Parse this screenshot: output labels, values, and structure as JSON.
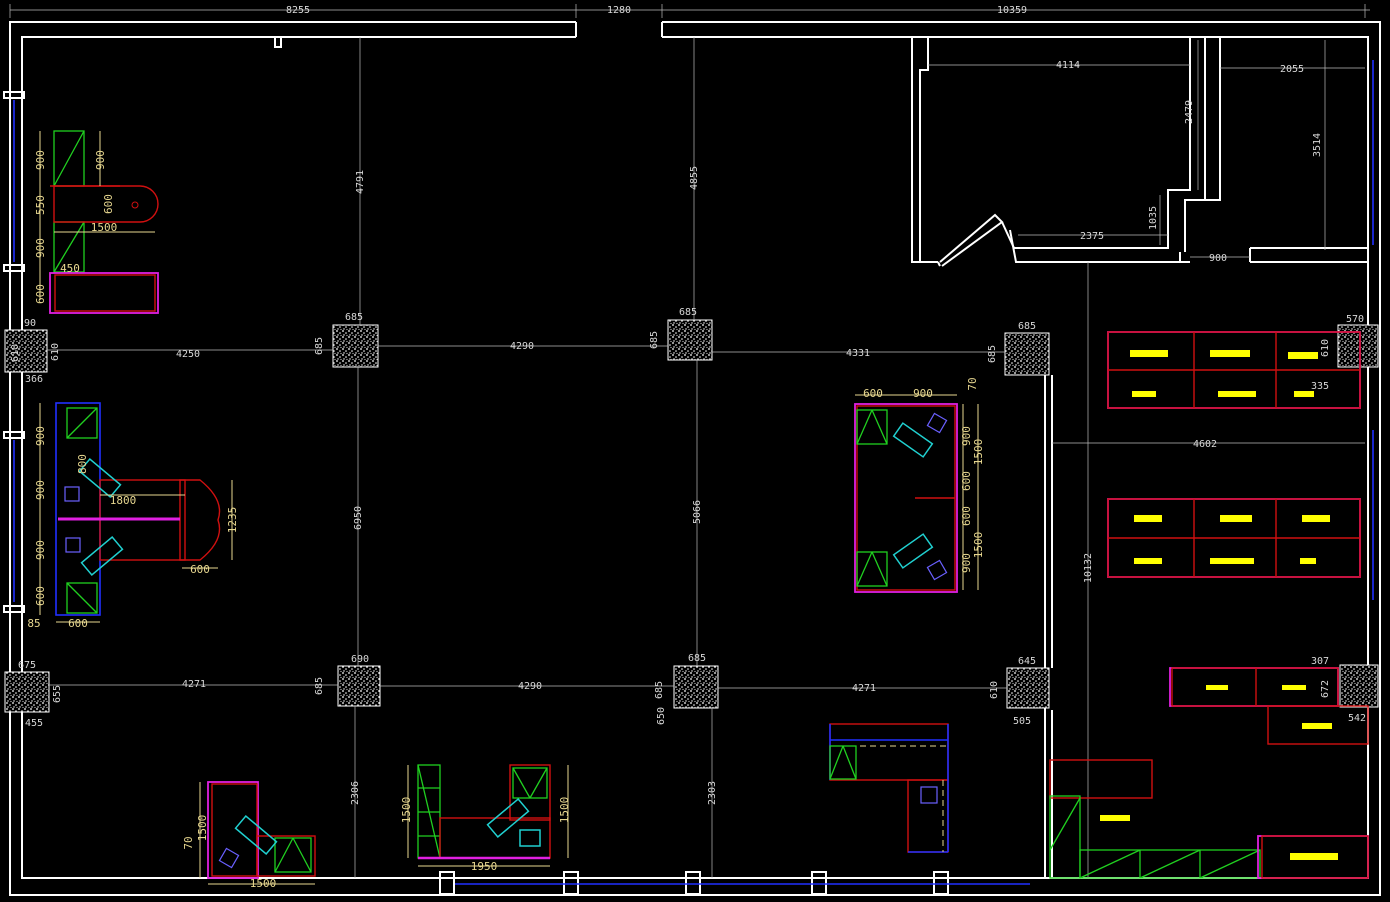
{
  "dimensions": {
    "top": [
      "8255",
      "1280",
      "10359"
    ],
    "office": [
      "4114",
      "2055",
      "2479",
      "3514",
      "1035",
      "2375",
      "900"
    ],
    "columns_row1": [
      "4250",
      "4290",
      "4331",
      "685",
      "685",
      "685",
      "685",
      "685",
      "685",
      "610",
      "610",
      "90",
      "366",
      "570",
      "610",
      "335"
    ],
    "columns_row2": [
      "4271",
      "4290",
      "4271",
      "675",
      "655",
      "455",
      "690",
      "685",
      "685",
      "685",
      "650",
      "645",
      "610",
      "505",
      "307",
      "672",
      "542"
    ],
    "verticals": [
      "4791",
      "4855",
      "6950",
      "5066",
      "2306",
      "2303",
      "10132",
      "4602"
    ],
    "desk_a": [
      "900",
      "900",
      "550",
      "600",
      "1500",
      "900",
      "450",
      "600"
    ],
    "desk_b": [
      "900",
      "900",
      "900",
      "600",
      "800",
      "1800",
      "1235",
      "600",
      "85",
      "600"
    ],
    "desk_c": [
      "600",
      "900",
      "70",
      "900",
      "1500",
      "600",
      "600",
      "900",
      "1500"
    ],
    "desk_d": [
      "70",
      "1500",
      "1500"
    ],
    "desk_e": [
      "1500",
      "1950",
      "1500"
    ]
  },
  "colors": {
    "background": "#000000",
    "walls": "#ffffff",
    "dimensions": "#bbbbbb",
    "furniture_red": "#d01010",
    "furniture_magenta": "#e020e0",
    "furniture_green": "#20d020",
    "furniture_cyan": "#20d0d0",
    "windows_blue": "#2030ff",
    "labels_yellow": "#e8d890",
    "shelf_labels": "#ffff00"
  }
}
